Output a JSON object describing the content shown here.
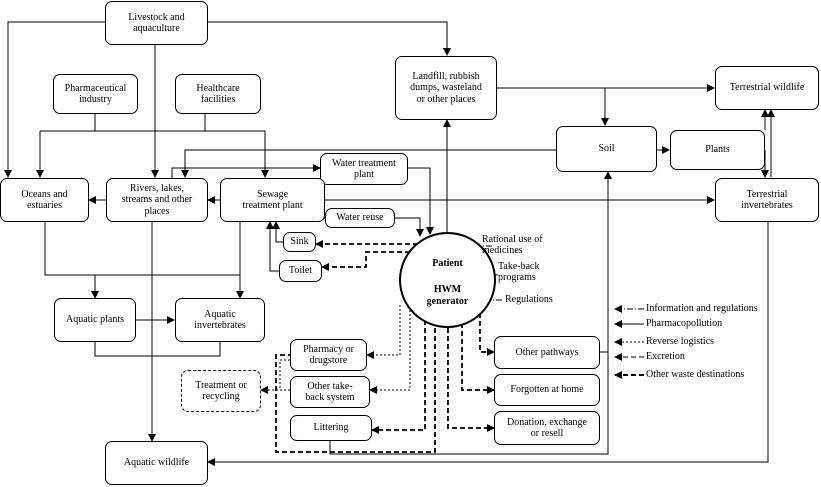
{
  "nodes": {
    "livestock": "Livestock and\naquaculture",
    "pharma": "Pharmaceutical\nindustry",
    "healthcare": "Healthcare\nfacilities",
    "landfill": "Landfill, rubbish\ndumps, wasteland\nor other places",
    "terrestrial_wildlife": "Terrestrial wildlife",
    "soil": "Soil",
    "plants": "Plants",
    "water_treatment": "Water treatment\nplant",
    "oceans": "Oceans and\nestuaries",
    "rivers": "Rivers, lakes,\nstreams and other\nplaces",
    "sewage": "Sewage\ntreatment plant",
    "terrestrial_invertebrates": "Terrestrial\ninvertebrates",
    "water_reuse": "Water reuse",
    "sink": "Sink",
    "toilet": "Toilet",
    "aquatic_plants": "Aquatic plants",
    "aquatic_invertebrates": "Aquatic\ninvertebrates",
    "pharmacy": "Pharmacy or\ndrugstore",
    "treatment": "Treatment or\nrecycling",
    "other_takeback": "Other take-\nback system",
    "littering": "Littering",
    "other_pathways": "Other pathways",
    "forgotten": "Forgotten at home",
    "donation": "Donation, exchange\nor resell",
    "aquatic_wildlife": "Aquatic wildlife"
  },
  "generator": {
    "title": "Patient",
    "subtitle": "HWM\ngenerator"
  },
  "inputs": {
    "rational_use": "Rational use of\nmedicines",
    "takeback": "Take-back\nprograms",
    "regulations": "Regulations"
  },
  "legend": [
    {
      "label": "Information and regulations",
      "style": "dashdot"
    },
    {
      "label": "Pharmacopollution",
      "style": "solid"
    },
    {
      "label": "Reverse logistics",
      "style": "dotted"
    },
    {
      "label": "Excretion",
      "style": "dashed"
    },
    {
      "label": "Other waste destinations",
      "style": "thickdash"
    }
  ]
}
